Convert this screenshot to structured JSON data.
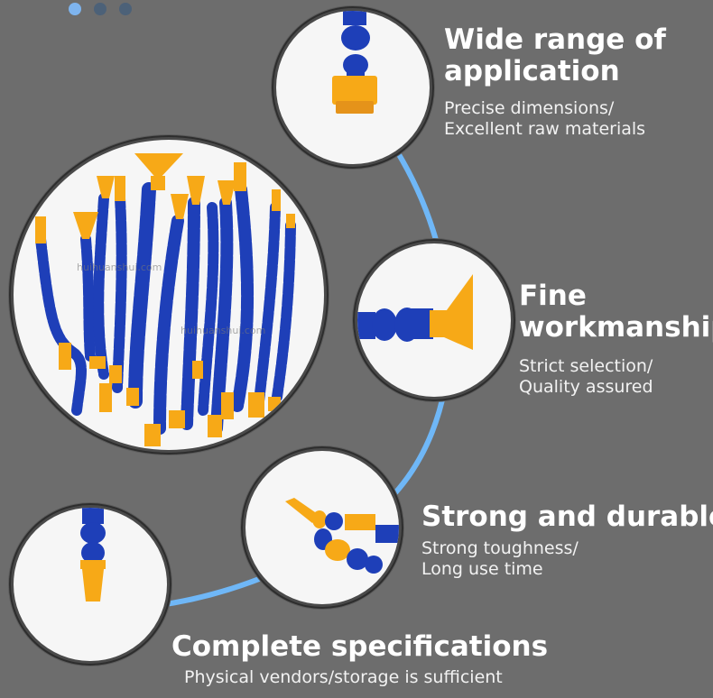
{
  "carousel": {
    "slides": 3,
    "active_index": 0
  },
  "colors": {
    "background": "#6d6d6d",
    "arc": "#6fb7f7",
    "hose_blue": "#1e3fb8",
    "nozzle_orange": "#f7a917"
  },
  "hero_image": {
    "icon": "coolant-hose-bundle-image",
    "watermark": "huihuanshui.com"
  },
  "features": [
    {
      "title": [
        "Wide range of",
        "application"
      ],
      "subtitle": [
        "Precise dimensions/",
        "Excellent raw materials"
      ],
      "icon": "round-nozzle-image"
    },
    {
      "title": [
        "Fine",
        "workmanship"
      ],
      "subtitle": [
        "Strict selection/",
        "Quality assured"
      ],
      "icon": "flat-fan-nozzle-image"
    },
    {
      "title": [
        "Strong and durable"
      ],
      "subtitle": [
        "Strong toughness/",
        "Long use time"
      ],
      "icon": "y-splitter-hose-image"
    },
    {
      "title": [
        "Complete specifications"
      ],
      "subtitle": [
        "Physical vendors/storage is sufficient"
      ],
      "icon": "conical-nozzle-image"
    }
  ]
}
